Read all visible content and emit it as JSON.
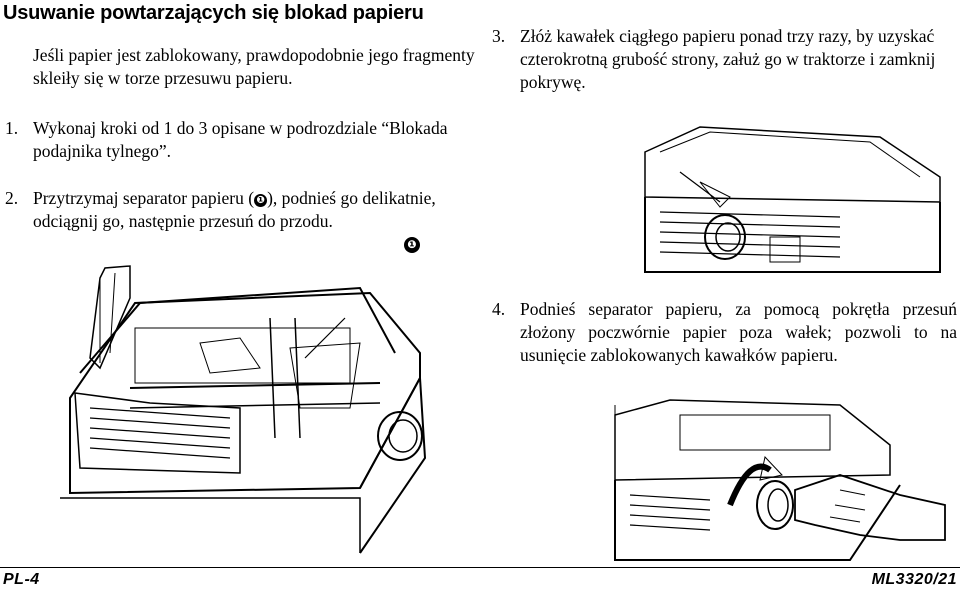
{
  "section": {
    "title": "Usuwanie powtarzających się blokad papieru",
    "intro": "Jeśli papier jest zablokowany, prawdopodobnie jego fragmenty skleiły się w torze przesuwu papieru."
  },
  "steps": [
    {
      "num": "1.",
      "text": "Wykonaj kroki od 1 do 3 opisane w podrozdziale “Blokada podajnika tylnego”."
    },
    {
      "num": "2.",
      "text_before": "Przytrzymaj separator papieru (",
      "marker": "❶",
      "text_after": "), podnieś go delikatnie, odciągnij go, następnie przesuń do przodu."
    },
    {
      "num": "3.",
      "text": "Złóż kawałek ciągłego papieru ponad trzy razy, by uzyskać czterokrotną grubość strony, załuż go w traktorze i zamknij pokrywę."
    },
    {
      "num": "4.",
      "text": "Podnieś separator papieru, za pomocą pokrętła przesuń złożony poczwórnie papier poza wałek; pozwoli to na usunięcie zablokowanych kawałków papieru."
    }
  ],
  "figure_callout": "❶",
  "footer": {
    "left": "PL-4",
    "right": "ML3320/21"
  }
}
